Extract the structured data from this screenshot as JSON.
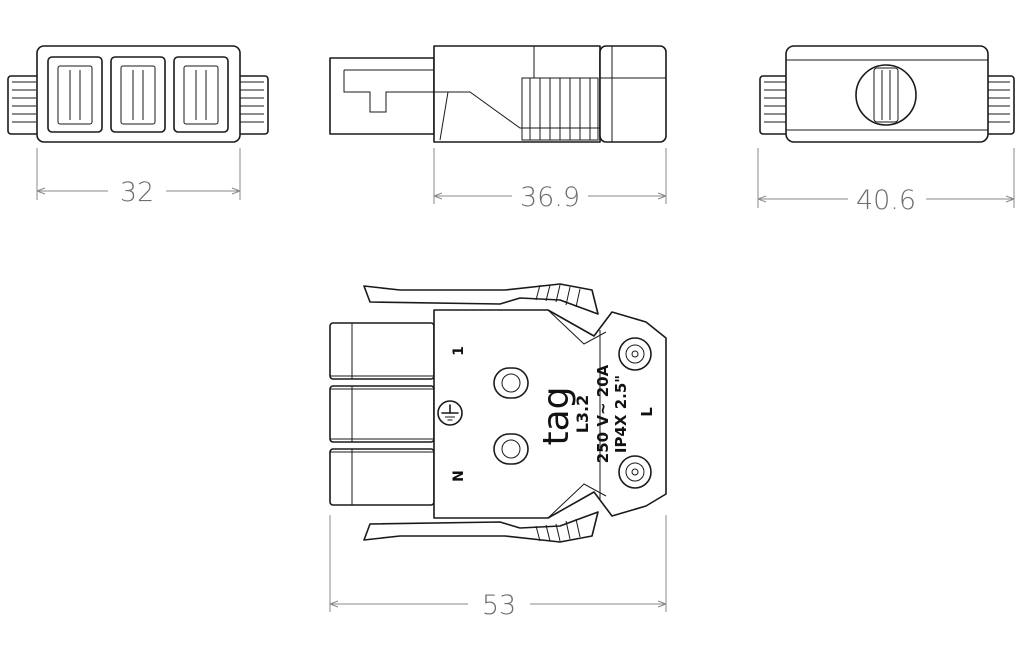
{
  "dimensions": {
    "front_width": "32",
    "side_length": "36.9",
    "rear_width": "40.6",
    "top_length": "53"
  },
  "product_markings": {
    "brand": "tag",
    "model": "L3.2",
    "rating": "250 V~ 20A",
    "protection": "IP4X 2.5\"",
    "pin_1": "1",
    "pin_n": "N",
    "pin_l": "L",
    "earth_symbol": "earth-ground-icon"
  },
  "colors": {
    "line": "#1a1a1a",
    "dimension": "#8a8a8a",
    "dimension_text": "#6e6e6e"
  }
}
